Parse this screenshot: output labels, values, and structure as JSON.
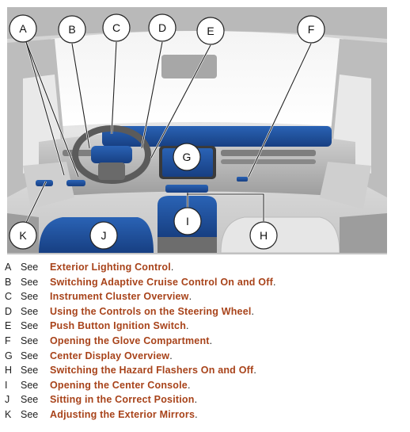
{
  "callouts": [
    {
      "letter": "A",
      "see": "See",
      "ref": "Exterior Lighting Control"
    },
    {
      "letter": "B",
      "see": "See",
      "ref": "Switching Adaptive Cruise Control On and Off"
    },
    {
      "letter": "C",
      "see": "See",
      "ref": "Instrument Cluster Overview"
    },
    {
      "letter": "D",
      "see": "See",
      "ref": "Using the Controls on the Steering Wheel"
    },
    {
      "letter": "E",
      "see": "See",
      "ref": "Push Button Ignition Switch"
    },
    {
      "letter": "F",
      "see": "See",
      "ref": "Opening the Glove Compartment"
    },
    {
      "letter": "G",
      "see": "See",
      "ref": "Center Display Overview"
    },
    {
      "letter": "H",
      "see": "See",
      "ref": "Switching the Hazard Flashers On and Off"
    },
    {
      "letter": "I",
      "see": "See",
      "ref": "Opening the Center Console"
    },
    {
      "letter": "J",
      "see": "See",
      "ref": "Sitting in the Correct Position"
    },
    {
      "letter": "K",
      "see": "See",
      "ref": "Adjusting the Exterior Mirrors"
    }
  ],
  "colors": {
    "highlight": "#1d4f9c",
    "link": "#a8431a"
  }
}
